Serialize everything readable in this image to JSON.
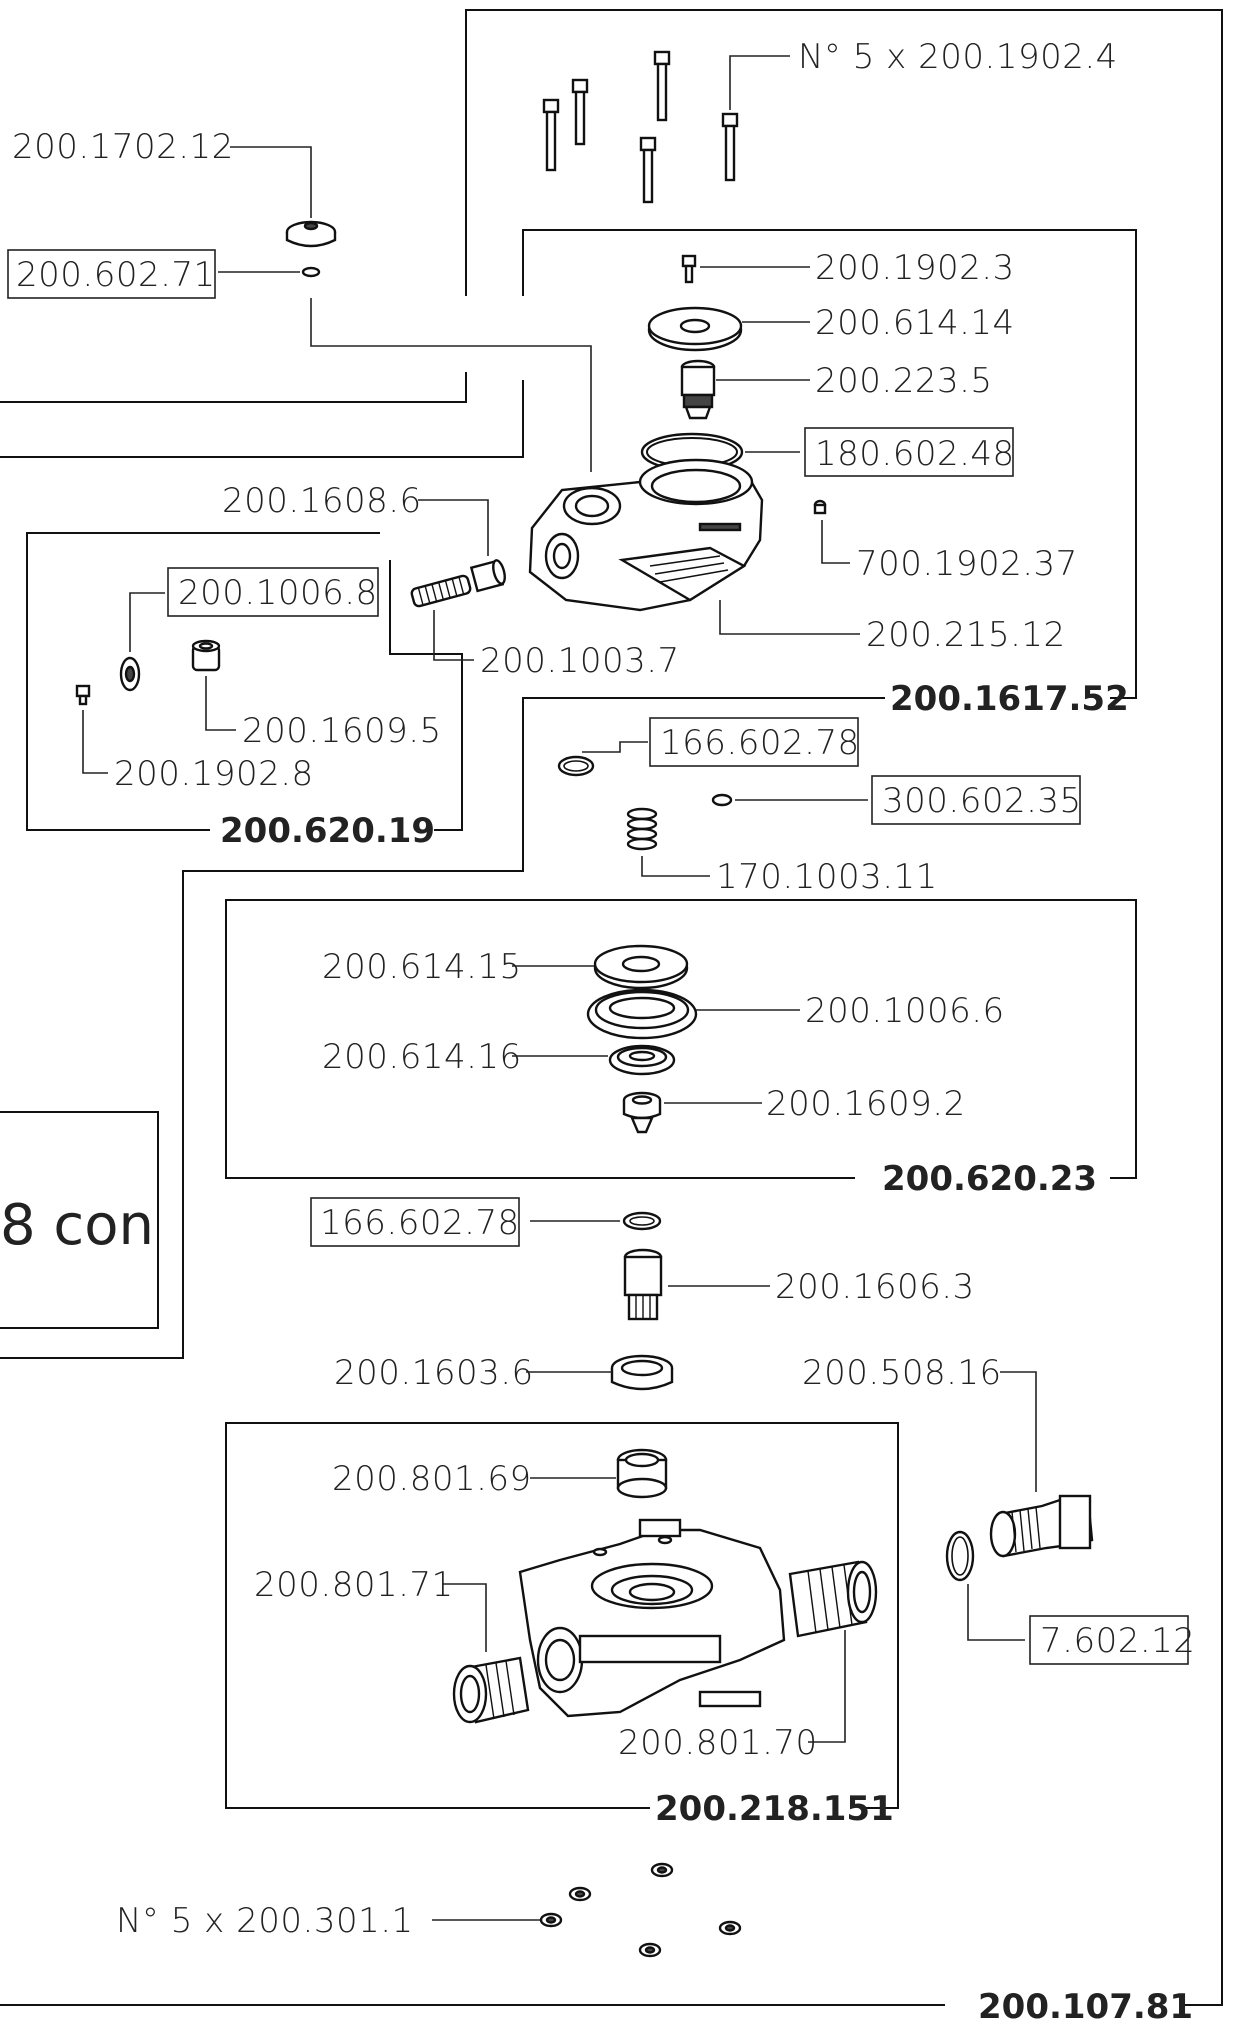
{
  "parts": {
    "screws_top": "N° 5 x 200.1902.4",
    "p_200_1702_12": "200.1702.12",
    "p_200_602_71": "200.602.71",
    "p_200_1902_3": "200.1902.3",
    "p_200_614_14": "200.614.14",
    "p_200_223_5": "200.223.5",
    "p_180_602_48": "180.602.48",
    "p_700_1902_37": "700.1902.37",
    "p_200_215_12": "200.215.12",
    "p_200_1608_6": "200.1608.6",
    "p_200_1003_7": "200.1003.7",
    "p_200_1006_8": "200.1006.8",
    "p_200_1609_5": "200.1609.5",
    "p_200_1902_8": "200.1902.8",
    "p_166_602_78_a": "166.602.78",
    "p_300_602_35": "300.602.35",
    "p_170_1003_11": "170.1003.11",
    "p_200_614_15": "200.614.15",
    "p_200_1006_6": "200.1006.6",
    "p_200_614_16": "200.614.16",
    "p_200_1609_2": "200.1609.2",
    "p_166_602_78_b": "166.602.78",
    "p_200_1606_3": "200.1606.3",
    "p_200_1603_6": "200.1603.6",
    "p_200_508_16": "200.508.16",
    "p_200_801_69": "200.801.69",
    "p_200_801_71": "200.801.71",
    "p_7_602_12": "7.602.12",
    "p_200_801_70": "200.801.70",
    "nuts_bottom": "N° 5 x 200.301.1"
  },
  "assemblies": {
    "a_200_1617_52": "200.1617.52",
    "a_200_620_19": "200.620.19",
    "a_200_620_23": "200.620.23",
    "a_200_218_151": "200.218.151",
    "a_200_107_81": "200.107.81"
  },
  "side_note": "8 con"
}
